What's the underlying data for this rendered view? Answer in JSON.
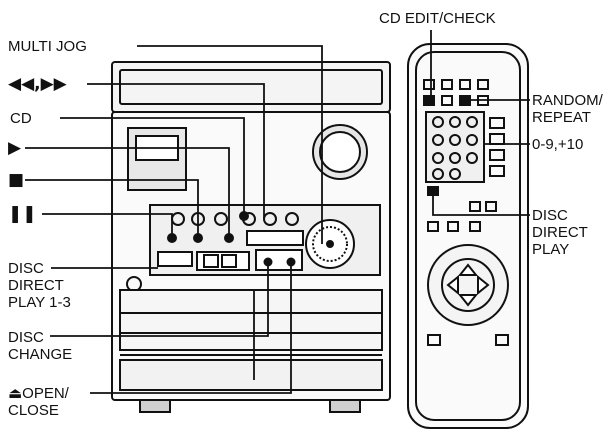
{
  "labels": {
    "multi_jog": "MULTI JOG",
    "skip": "◀◀,▶▶",
    "cd": "CD",
    "play": "▶",
    "stop": "■",
    "pause": "❚❚",
    "disc_direct_play_1_3": "DISC\nDIRECT\nPLAY 1-3",
    "disc_change": "DISC\nCHANGE",
    "open_close": "⏏OPEN/\nCLOSE",
    "cd_edit_check": "CD EDIT/CHECK",
    "random_repeat": "RANDOM/\nREPEAT",
    "numbers": "0-9,+10",
    "disc_direct_play": "DISC\nDIRECT\nPLAY"
  }
}
